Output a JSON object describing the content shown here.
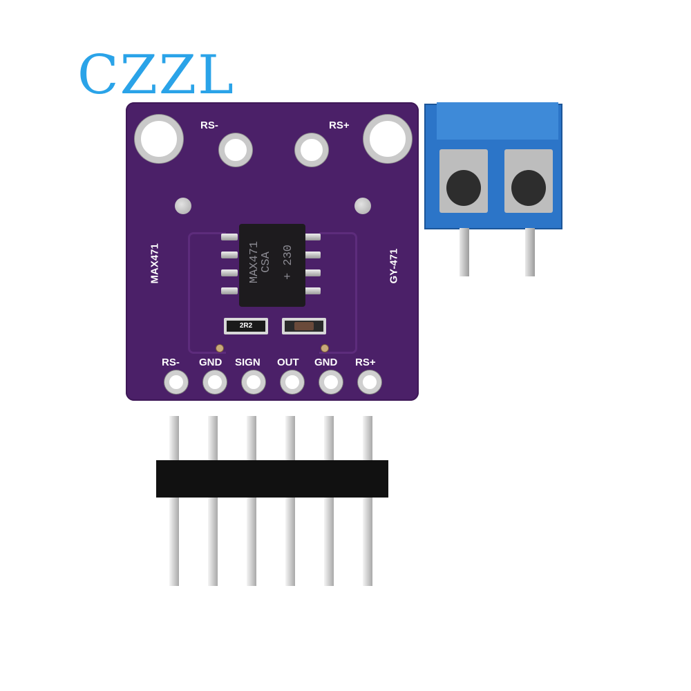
{
  "brand": {
    "logo": "CZZL"
  },
  "board": {
    "top_labels": {
      "rs_minus": "RS-",
      "rs_plus": "RS+"
    },
    "side_labels": {
      "left": "MAX471",
      "right": "GY-471"
    },
    "chip_marking": {
      "line1": "MAX471",
      "line2": "CSA",
      "line3": "+ 230"
    },
    "resistor_code": "2R2",
    "pin_labels": [
      "RS-",
      "GND",
      "SIGN",
      "OUT",
      "GND",
      "RS+"
    ]
  },
  "colors": {
    "pcb": "#4b2068",
    "terminal": "#2c75c8",
    "logo": "#2aa3e8"
  }
}
